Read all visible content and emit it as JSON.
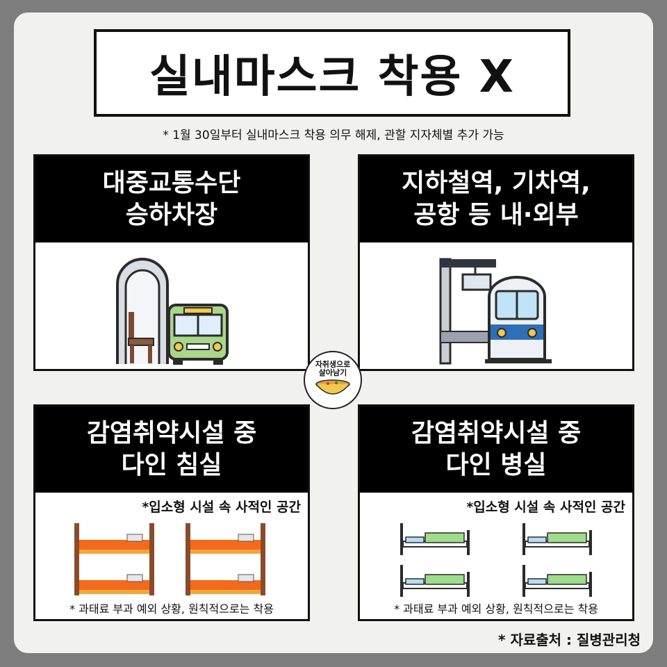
{
  "title": "실내마스크 착용 X",
  "subtitle": "* 1월 30일부터 실내마스크 착용 의무 해제, 관할 지자체별 추가 가능",
  "cards": [
    {
      "line1": "대중교통수단",
      "line2": "승하차장",
      "icon": "bus-stop-icon"
    },
    {
      "line1": "지하철역, 기차역,",
      "line2": "공항 등 내·외부",
      "icon": "train-station-icon"
    },
    {
      "line1": "감염취약시설 중",
      "line2": "다인 침실",
      "icon": "bunk-bed-icon",
      "note_top": "*입소형 시설 속 사적인 공간",
      "note_bottom": "* 과태료 부과 예외 상황, 원칙적으로는 착용"
    },
    {
      "line1": "감염취약시설 중",
      "line2": "다인 병실",
      "icon": "hospital-bed-icon",
      "note_top": "*입소형 시설 속 사적인 공간",
      "note_bottom": "* 과태료 부과 예외 상황, 원칙적으로는 착용"
    }
  ],
  "badge": {
    "line1": "자취생으로",
    "line2": "살아남기",
    "icon": "noodle-bowl-icon"
  },
  "footer": "* 자료출처 : 질병관리청",
  "colors": {
    "background": "#7d7d7d",
    "sheet": "#f1f1ef",
    "header": "#000000",
    "bus": "#a8d68a",
    "bed_orange": "#f26a1b",
    "bed_green": "#9edb8a",
    "bed_blue": "#b8dcf2"
  }
}
